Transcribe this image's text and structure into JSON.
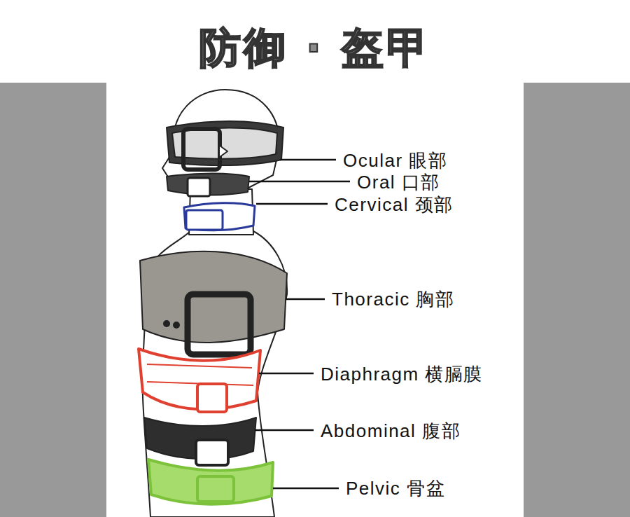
{
  "diagram": {
    "title": "防御 · 盔甲",
    "labels": [
      "Ocular 眼部",
      "Oral 口部",
      "Cervical 颈部",
      "Thoracic 胸部",
      "Diaphragm 横膈膜",
      "Abdominal 腹部",
      "Pelvic 骨盆"
    ]
  }
}
